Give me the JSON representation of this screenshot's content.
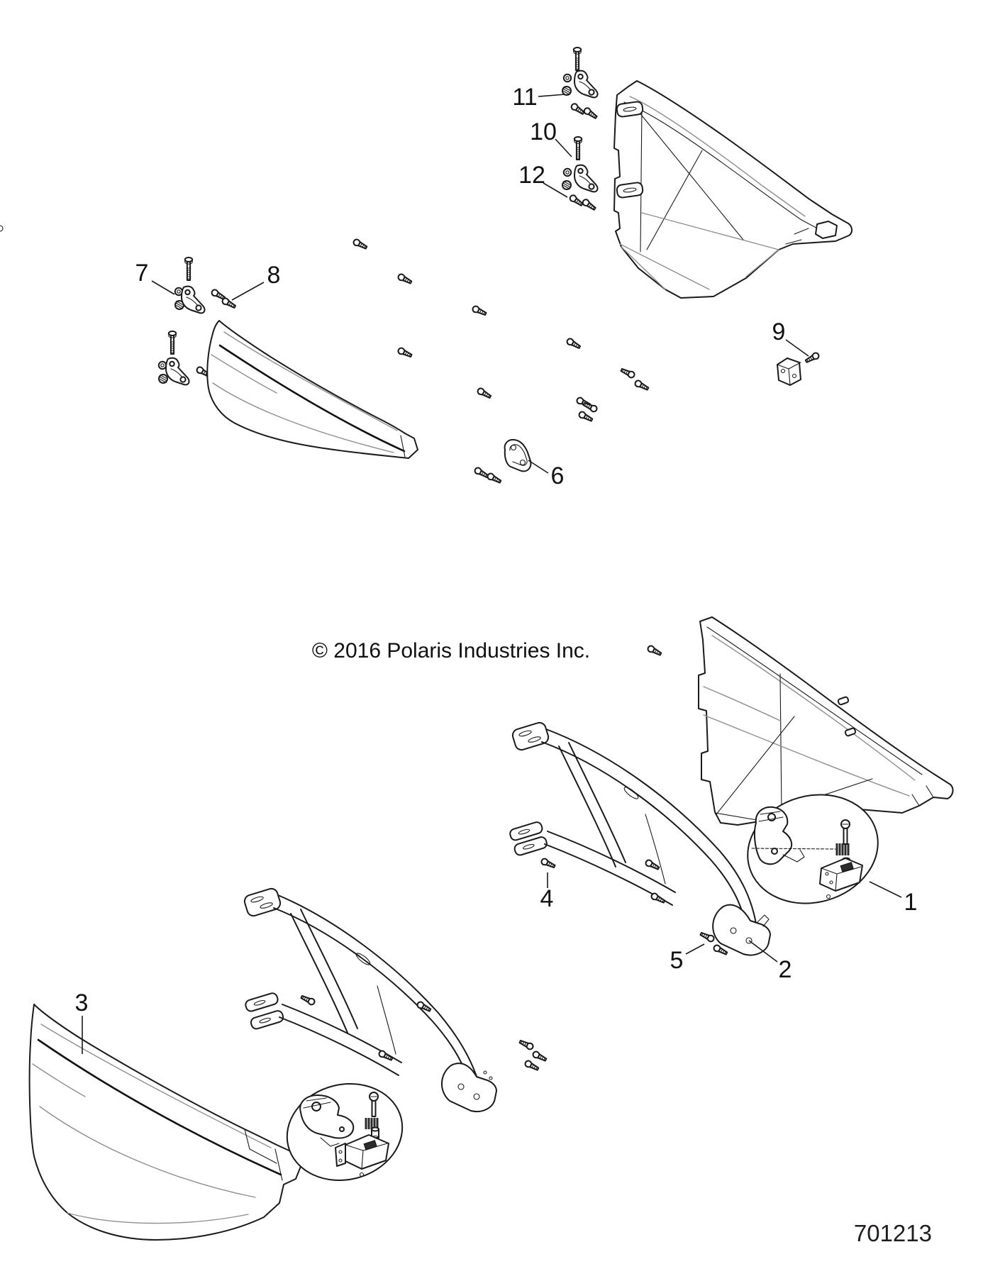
{
  "diagram": {
    "copyright": "© 2016 Polaris Industries Inc.",
    "drawing_number": "701213",
    "colors": {
      "background": "#ffffff",
      "line": "#1a1a1a",
      "accent_line": "#8f8f8f",
      "drawing_number_text": "#221d1d"
    },
    "callouts": [
      {
        "label": "1"
      },
      {
        "label": "2"
      },
      {
        "label": "3"
      },
      {
        "label": "4"
      },
      {
        "label": "5"
      },
      {
        "label": "6"
      },
      {
        "label": "7"
      },
      {
        "label": "8"
      },
      {
        "label": "9"
      },
      {
        "label": "10"
      },
      {
        "label": "11"
      },
      {
        "label": "12"
      }
    ]
  }
}
